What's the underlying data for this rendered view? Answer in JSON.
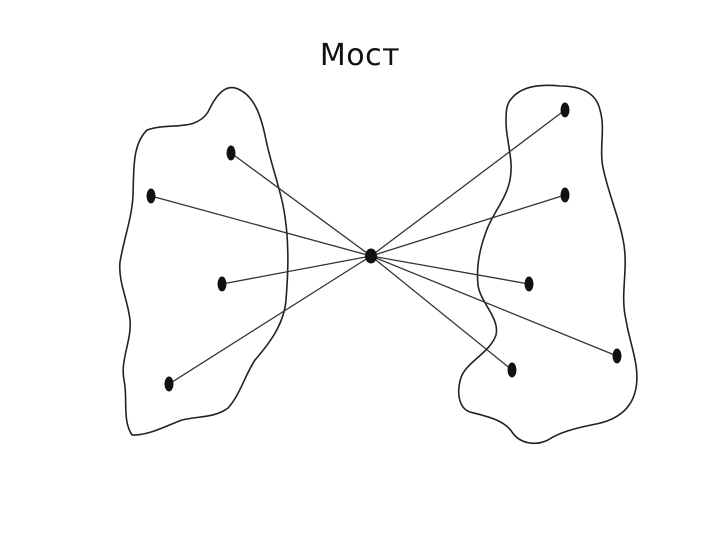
{
  "slide": {
    "title": "Мост"
  },
  "diagram": {
    "regions": [
      "left-network",
      "right-network"
    ],
    "hub": "bridge-node",
    "left_nodes": 4,
    "right_nodes": 5,
    "colors": {
      "ink": "#111111",
      "background": "#ffffff"
    }
  }
}
